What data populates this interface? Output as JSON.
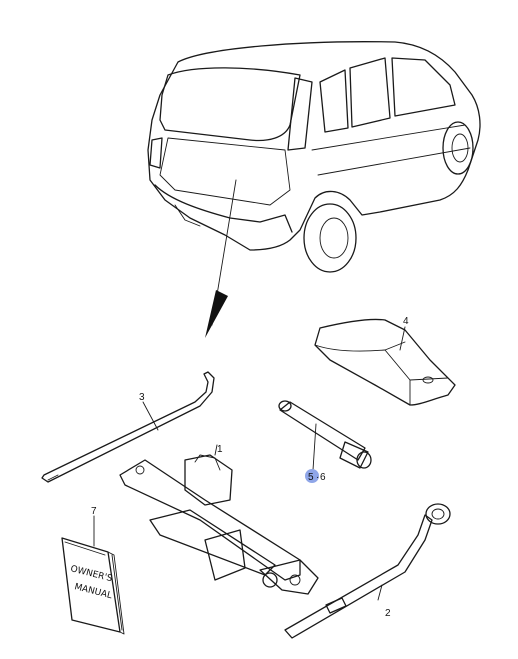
{
  "callouts": {
    "jack": "1",
    "wheel_wrench": "2",
    "jack_handle": "3",
    "tool_bag": "4",
    "socket_left": "5",
    "socket_separator": "·",
    "socket_right": "6",
    "manual": "7"
  },
  "manual": {
    "line1": "OWNER'S",
    "line2": "MANUAL"
  },
  "colors": {
    "line": "#1a1a1a",
    "highlight": "#8fa6e8"
  }
}
